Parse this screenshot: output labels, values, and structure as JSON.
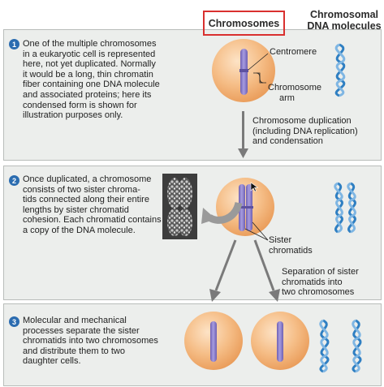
{
  "header": {
    "chromosomes": "Chromosomes",
    "dna_line1": "Chromosomal",
    "dna_line2": "DNA molecules"
  },
  "steps": [
    {
      "number": "1",
      "lines": [
        "One of the multiple chromosomes",
        "in a eukaryotic cell is represented",
        "here, not yet duplicated. Normally",
        "it would be a long, thin chromatin",
        "fiber containing one DNA molecule",
        "and associated proteins; here its",
        "condensed form is shown for",
        "illustration purposes only."
      ]
    },
    {
      "number": "2",
      "lines": [
        "Once duplicated, a chromosome",
        "consists of two sister chroma-",
        "tids connected along their entire",
        "lengths by sister chromatid",
        "cohesion. Each chromatid contains",
        "a copy of the DNA molecule."
      ]
    },
    {
      "number": "3",
      "lines": [
        "Molecular and mechanical",
        "processes separate the sister",
        "chromatids into two chromosomes",
        "and distribute them to two",
        "daughter cells."
      ]
    }
  ],
  "labels": {
    "centromere": "Centromere",
    "arm_line1": "Chromosome",
    "arm_line2": "arm",
    "sister_line1": "Sister",
    "sister_line2": "chromatids",
    "dup_line1": "Chromosome duplication",
    "dup_line2": "(including DNA replication)",
    "dup_line3": "and condensation",
    "sep_line1": "Separation of sister",
    "sep_line2": "chromatids into",
    "sep_line3": "two chromosomes"
  },
  "colors": {
    "cell_fill": "#f1b27a",
    "chromosome": "#8d80c9",
    "dna": "#3a86c8",
    "badge": "#2b6cb0",
    "highlight_box": "#d9302f",
    "arrow": "#8a8a8a"
  },
  "icons": [
    "step-number-badge",
    "dna-helix-icon",
    "micrograph-photo"
  ]
}
